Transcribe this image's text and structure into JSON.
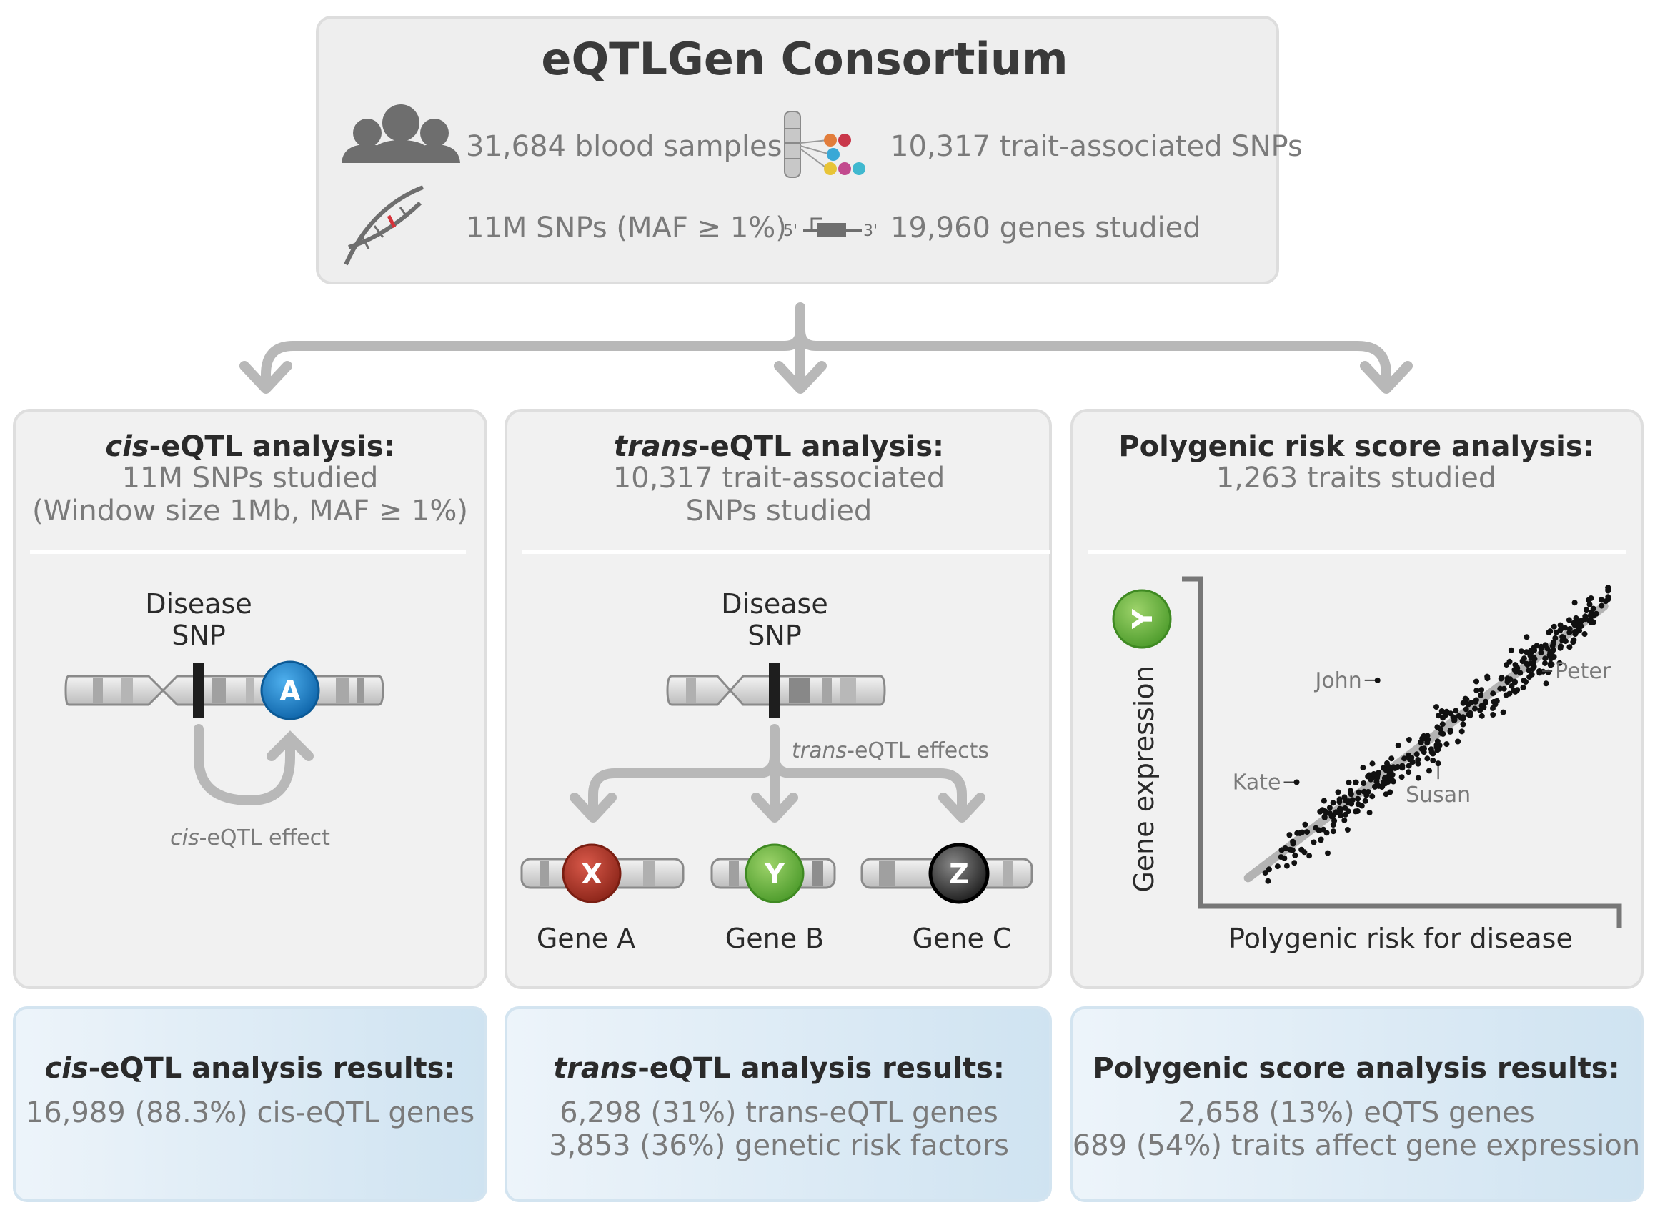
{
  "header": {
    "title": "eQTLGen Consortium",
    "stat_samples": "31,684 blood samples",
    "stat_trait_snps": "10,317 trait-associated SNPs",
    "stat_snps": "11M SNPs (MAF ≥ 1%)",
    "stat_genes": "19,960 genes studied",
    "gene_icon_5": "5'",
    "gene_icon_3": "3'"
  },
  "cis": {
    "title_italic": "cis",
    "title_rest": "-eQTL analysis:",
    "line1": "11M SNPs studied",
    "line2": "(Window size 1Mb, MAF ≥ 1%)",
    "snp_label_1": "Disease",
    "snp_label_2": "SNP",
    "gene_letter": "A",
    "effect_italic": "cis",
    "effect_rest": "-eQTL effect",
    "result_italic": "cis",
    "result_rest": "-eQTL analysis results:",
    "result_line1": "16,989 (88.3%) cis-eQTL genes"
  },
  "trans": {
    "title_italic": "trans",
    "title_rest": "-eQTL analysis:",
    "line1": "10,317 trait-associated",
    "line2": "SNPs studied",
    "snp_label_1": "Disease",
    "snp_label_2": "SNP",
    "effect_italic": "trans",
    "effect_rest": "-eQTL effects",
    "genes": [
      {
        "letter": "X",
        "label": "Gene A",
        "color": "#b3382c"
      },
      {
        "letter": "Y",
        "label": "Gene B",
        "color": "#6cb33f"
      },
      {
        "letter": "Z",
        "label": "Gene C",
        "color": "#3a3a3a"
      }
    ],
    "result_italic": "trans",
    "result_rest": "-eQTL analysis results:",
    "result_line1": "6,298 (31%) trans-eQTL genes",
    "result_line2": "3,853 (36%) genetic risk factors"
  },
  "prs": {
    "title": "Polygenic risk score analysis:",
    "line1": "1,263 traits studied",
    "gene_letter": "Y",
    "result_title": "Polygenic score analysis results:",
    "result_line1": "2,658 (13%) eQTS genes",
    "result_line2": "689 (54%) traits affect gene expression"
  },
  "colors": {
    "panel_bg": "#f1f1f1",
    "result_bg": "#dcebf5",
    "arrow": "#b8b8b8",
    "gene_a_blue": "#1a7dc4",
    "gene_y_green": "#6cb33f"
  },
  "chart_data": {
    "type": "scatter",
    "xlabel": "Polygenic risk for disease",
    "ylabel": "Gene expression",
    "xlim": [
      0,
      1
    ],
    "ylim": [
      0,
      1
    ],
    "trend": {
      "x0": 0.1,
      "y0": 0.05,
      "x1": 0.98,
      "y1": 0.93
    },
    "n_points": 360,
    "annotations": [
      {
        "label": "John",
        "x": 0.42,
        "y": 0.69
      },
      {
        "label": "Peter",
        "x": 0.82,
        "y": 0.72
      },
      {
        "label": "Kate",
        "x": 0.22,
        "y": 0.36
      },
      {
        "label": "Susan",
        "x": 0.57,
        "y": 0.37
      }
    ]
  }
}
